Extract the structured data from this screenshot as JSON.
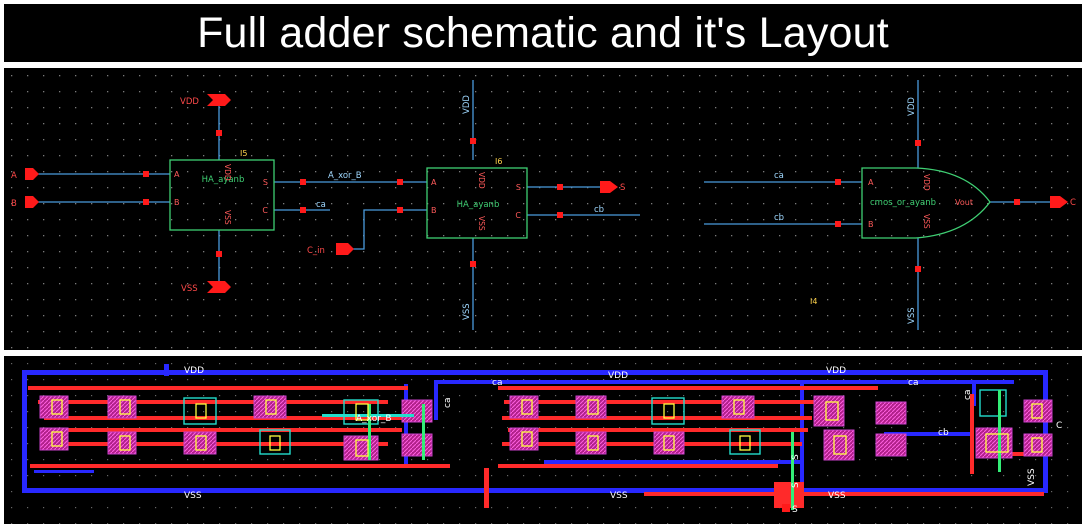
{
  "title": "Full adder schematic and it's Layout",
  "schematic": {
    "pins": {
      "A": "A",
      "B": "B",
      "VDD": "VDD",
      "VSS": "VSS",
      "C_in": "C_in",
      "S": "S",
      "C": "C"
    },
    "instances": [
      {
        "ref": "I5",
        "cell": "HA_ayanb",
        "in1": "A",
        "in2": "B",
        "out1": "S",
        "out2": "C",
        "vdd": "VDD",
        "vss": "VSS"
      },
      {
        "ref": "I6",
        "cell": "HA_ayanb",
        "in1": "A",
        "in2": "B",
        "out1": "S",
        "out2": "C",
        "vdd": "VDD",
        "vss": "VSS"
      },
      {
        "ref": "I4",
        "cell": "cmos_or_ayanb",
        "in1": "A",
        "in2": "B",
        "out": "Vout",
        "vdd": "VDD",
        "vss": "VSS"
      }
    ],
    "nets": {
      "a_xor_b": "A_xor_B",
      "ca": "ca",
      "cb": "cb",
      "vdd": "VDD",
      "vss": "VSS"
    }
  },
  "layout": {
    "labels": {
      "vdd1": "VDD",
      "vdd2": "VDD",
      "vdd3": "VDD",
      "vss1": "VSS",
      "vss2": "VSS",
      "vss3": "VSS",
      "vss4": "VSS",
      "ca1": "ca",
      "ca2": "ca",
      "ca3": "ca",
      "ca4": "ca",
      "cb": "cb",
      "a_xor_b": "A_xor_B",
      "s1": "S",
      "s2": "S",
      "s3": "S",
      "c": "C"
    }
  },
  "colors": {
    "net_wire": "#4a9bdc",
    "pin_red": "#ff1a1a",
    "instance_green": "#3fcf73",
    "net_label": "#9fd8ff",
    "metal1": "#2828ff",
    "poly": "#ff2a2a",
    "contact": "#ffff40",
    "via": "#22ddcc",
    "nwell": "#c940c9"
  }
}
